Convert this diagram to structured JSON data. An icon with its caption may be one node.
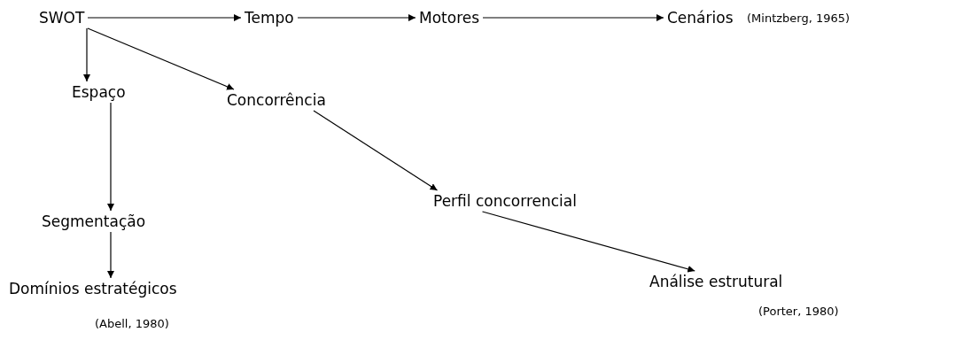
{
  "diagram": {
    "nodes": [
      {
        "text": [
          "SWOT"
        ]
      },
      {
        "text": [
          "Tempo"
        ]
      },
      {
        "text": [
          "Motores"
        ]
      },
      {
        "text": [
          "Cenários"
        ],
        "beside": [
          "(Mintzberg, 1965)"
        ]
      },
      {
        "text": [
          "Espaço"
        ]
      },
      {
        "text": [
          "Concorrência"
        ]
      },
      {
        "text": [
          "Segmentação"
        ]
      },
      {
        "text": [
          "Domínios estratégicos"
        ],
        "beside": [
          "(Abell, 1980)"
        ]
      },
      {
        "text": [
          "Perfil concorrencial"
        ]
      },
      {
        "text": [
          "Análise estrutural"
        ],
        "beside": [
          "(Porter, 1980)"
        ]
      }
    ],
    "edges": [
      {
        "from": 0,
        "to": 1,
        "arrow": "to"
      },
      {
        "from": 1,
        "to": 2,
        "arrow": "to"
      },
      {
        "from": 2,
        "to": 3,
        "arrow": "to"
      },
      {
        "from": 0,
        "to": 4,
        "arrow": "to"
      },
      {
        "from": 0,
        "to": 5,
        "arrow": "to"
      },
      {
        "from": 4,
        "to": 6,
        "arrow": "to"
      },
      {
        "from": 6,
        "to": 7,
        "arrow": "to"
      },
      {
        "from": 5,
        "to": 8,
        "arrow": "to"
      },
      {
        "from": 8,
        "to": 9,
        "arrow": "to"
      }
    ]
  }
}
